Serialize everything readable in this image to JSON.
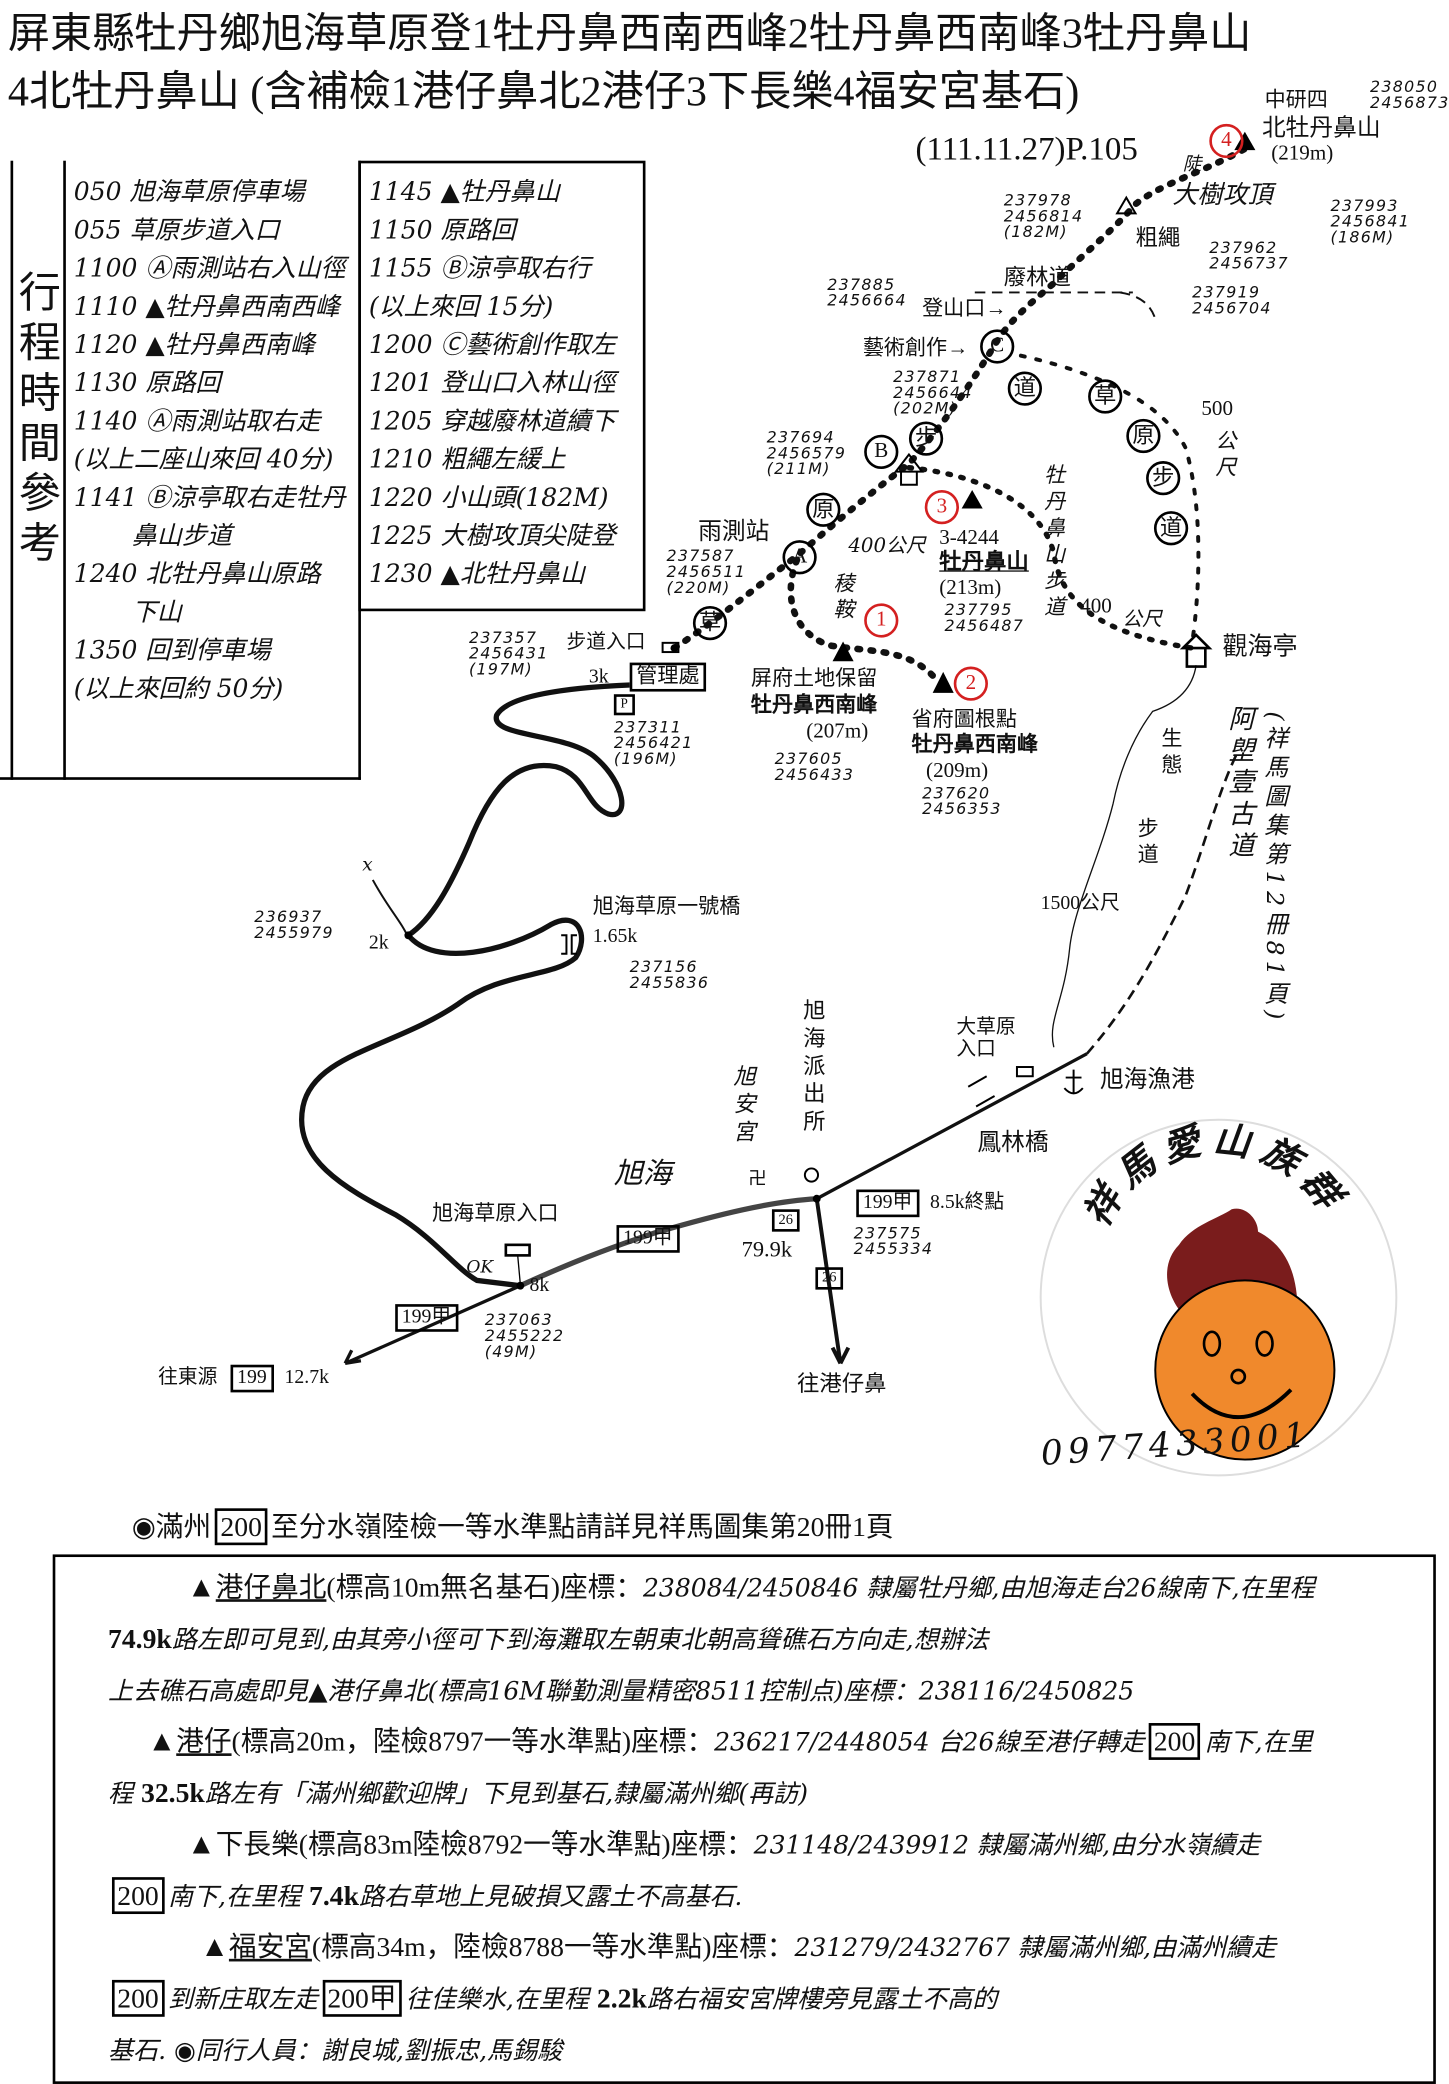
{
  "title": {
    "line1": "屏東縣牡丹鄉旭海草原登1牡丹鼻西南西峰2牡丹鼻西南峰3牡丹鼻山",
    "line2": "4北牡丹鼻山 (含補檢1港仔鼻北2港仔3下長樂4福安宮基石)",
    "date_page": "(111.11.27)P.105"
  },
  "schedule": {
    "heading": "行程時間參考",
    "left": [
      "050 旭海草原停車場",
      "055 草原步道入口",
      "1100 Ⓐ雨測站右入山徑",
      "1110 ▲牡丹鼻西南西峰",
      "1120 ▲牡丹鼻西南峰",
      "1130 原路回",
      "1140 Ⓐ雨測站取右走",
      "(以上二座山來回 40分)",
      "1141 Ⓑ涼亭取右走牡丹",
      "　　 鼻山步道",
      "1240 北牡丹鼻山原路",
      "　　 下山",
      "1350 回到停車場",
      "(以上來回約 50分)"
    ],
    "right": [
      "1145 ▲牡丹鼻山",
      "1150 原路回",
      "1155 Ⓑ涼亭取右行",
      "(以上來回 15分)",
      "1200 Ⓒ藝術創作取左",
      "1201 登山口入林山徑",
      "1205 穿越廢林道續下",
      "1210 粗繩左緩上",
      "1220 小山頭(182M)",
      "1225 大樹攻頂尖陡登",
      "1230 ▲北牡丹鼻山"
    ]
  },
  "map": {
    "labels": {
      "coord_zy4": "238050\n2456873",
      "zy4": "中研四",
      "num4": "4",
      "n_peak": "北牡丹鼻山",
      "n_peak_elev": "(219m)",
      "steep": "陡",
      "big_tree": "大樹攻頂",
      "coord_182": "237978\n2456814\n(182M)",
      "coord_186": "237993\n2456841\n(186M)",
      "rope": "粗繩",
      "coord_737": "237962\n2456737",
      "old_road": "廢林道",
      "coord_664": "237885\n2456664",
      "coord_704": "237919\n2456704",
      "trailhead": "登山口→",
      "art": "藝術創作→",
      "circle_c": "C",
      "coord_202": "237871\n2456644\n(202M)",
      "g_dao1": "道",
      "g_cao": "草",
      "g_yuan": "原",
      "g_bu": "步",
      "g_dao2": "道",
      "b_bu": "步",
      "b_yuan": "原",
      "b_cao": "草",
      "dist500": "500",
      "gongchi1": "公尺",
      "coord_211": "237694\n2456579\n(211M)",
      "circle_b": "B",
      "trail_name": "牡丹鼻山步道",
      "num3": "3",
      "bm_3": "3-4244",
      "peak3": "牡丹鼻山",
      "peak3_elev": "(213m)",
      "coord_487": "237795\n2456487",
      "dist400a": "400公尺",
      "rain_station": "雨測站",
      "circle_a": "A",
      "coord_220": "237587\n2456511\n(220M)",
      "saddle": "稜鞍",
      "num1": "1",
      "dist400b": "400",
      "gongchi2": "公尺",
      "pavilion": "觀海亭",
      "trail_entrance": "步道入口",
      "coord_197": "237357\n2456431\n(197M)",
      "km3": "3k",
      "office": "管理處",
      "parking": "P",
      "peak1_note": "屏府土地保留",
      "peak1": "牡丹鼻西南峰",
      "peak1_elev": "(207m)",
      "num2": "2",
      "peak2_note": "省府圖根點",
      "peak2": "牡丹鼻西南峰",
      "peak2_elev": "(209m)",
      "coord_196": "237311\n2456421\n(196M)",
      "coord_433": "237605\n2456433",
      "coord_353": "237620\n2456353",
      "eco1": "生態",
      "eco2": "步道",
      "alangyi": "阿塱壹古道",
      "alangyi_ref": "(祥馬圖集第12冊81頁)",
      "dist1500": "1500公尺",
      "bridge1": "旭海草原一號橋",
      "km165": "1.65k",
      "x_mark": "x",
      "coord_979": "236937\n2455979",
      "km2": "2k",
      "coord_836": "237156\n2455836",
      "police": "旭海派出所",
      "temple": "旭安宮",
      "temple_sym": "卍",
      "big_grass": "大草原\n入口",
      "harbor": "旭海漁港",
      "fenglin": "鳳林橋",
      "xuhai": "旭海",
      "r199a_end": "199甲",
      "end85": "8.5k終點",
      "shield26a": "26",
      "km799": "79.9k",
      "coord_334": "237575\n2455334",
      "grass_entrance": "旭海草原入口",
      "r199a_mid": "199甲",
      "shield26b": "26",
      "ok": "OK",
      "km8": "8k",
      "r199a_low": "199甲",
      "coord_222": "237063\n2455222\n(49M)",
      "to_dongyuan": "往東源",
      "r199": "199",
      "km127": "12.7k",
      "to_gangzi": "往港仔鼻"
    }
  },
  "logo": {
    "name": "祥馬愛山族群",
    "phone": "0977433001",
    "colors": {
      "face": "#f0892c",
      "horse": "#7a1c1c"
    }
  },
  "notes": {
    "header": [
      {
        "t": "◉滿州"
      },
      {
        "t": "200",
        "box": true
      },
      {
        "t": "至分水嶺陸檢一等水準點請詳見祥馬圖集第20冊1頁"
      }
    ],
    "lines": [
      [
        {
          "t": "▲",
          "tri": true
        },
        {
          "t": "港仔鼻北",
          "ul": true
        },
        {
          "t": "(標高10m無名基石)座標："
        },
        {
          "t": "238084/2450846 隸屬牡丹鄉,由旭海走台26線南下,在里程",
          "hw": true
        }
      ],
      [
        {
          "t": "74.9k",
          "bold": true
        },
        {
          "t": "路左即可見到,由其旁小徑可下到海灘取左朝東北朝高聳礁石方向走,想辦法",
          "hw": true
        }
      ],
      [
        {
          "t": "上去礁石高處即見▲港仔鼻北(標高16M聯勤測量精密8511控制点)座標：238116/2450825",
          "hw": true
        }
      ],
      [
        {
          "t": "▲",
          "tri": true
        },
        {
          "t": "港仔",
          "ul": true
        },
        {
          "t": "(標高20m，陸檢8797一等水準點)座標："
        },
        {
          "t": "236217/2448054 台26線至港仔轉走",
          "hw": true
        },
        {
          "t": "200",
          "box": true
        },
        {
          "t": "南下,在里",
          "hw": true
        }
      ],
      [
        {
          "t": "程 ",
          "hw": true
        },
        {
          "t": "32.5k",
          "bold": true
        },
        {
          "t": "路左有「滿州鄉歡迎牌」下見到基石,隸屬滿州鄉(再訪)",
          "hw": true
        }
      ],
      [
        {
          "t": "▲",
          "tri": true
        },
        {
          "t": "下長樂(標高83m陸檢8792一等水準點)座標："
        },
        {
          "t": "231148/2439912 隸屬滿州鄉,由分水嶺續走",
          "hw": true
        }
      ],
      [
        {
          "t": "200",
          "box": true
        },
        {
          "t": "南下,在里程 ",
          "hw": true
        },
        {
          "t": "7.4k",
          "bold": true
        },
        {
          "t": "路右草地上見破損又露土不高基石.",
          "hw": true
        }
      ],
      [
        {
          "t": "▲",
          "tri": true
        },
        {
          "t": "福安宮",
          "ul": true
        },
        {
          "t": "(標高34m，陸檢8788一等水準點)座標："
        },
        {
          "t": "231279/2432767 隸屬滿州鄉,由滿州續走",
          "hw": true
        }
      ],
      [
        {
          "t": "200",
          "box": true
        },
        {
          "t": "到新庄取左走",
          "hw": true
        },
        {
          "t": "200甲",
          "box": true
        },
        {
          "t": "往佳樂水,在里程 ",
          "hw": true
        },
        {
          "t": "2.2k",
          "bold": true
        },
        {
          "t": "路右福安宮牌樓旁見露土不高的",
          "hw": true
        }
      ],
      [
        {
          "t": "基石. ◉同行人員：謝良城,劉振忠,馬錫駿",
          "hw": true
        }
      ]
    ]
  }
}
